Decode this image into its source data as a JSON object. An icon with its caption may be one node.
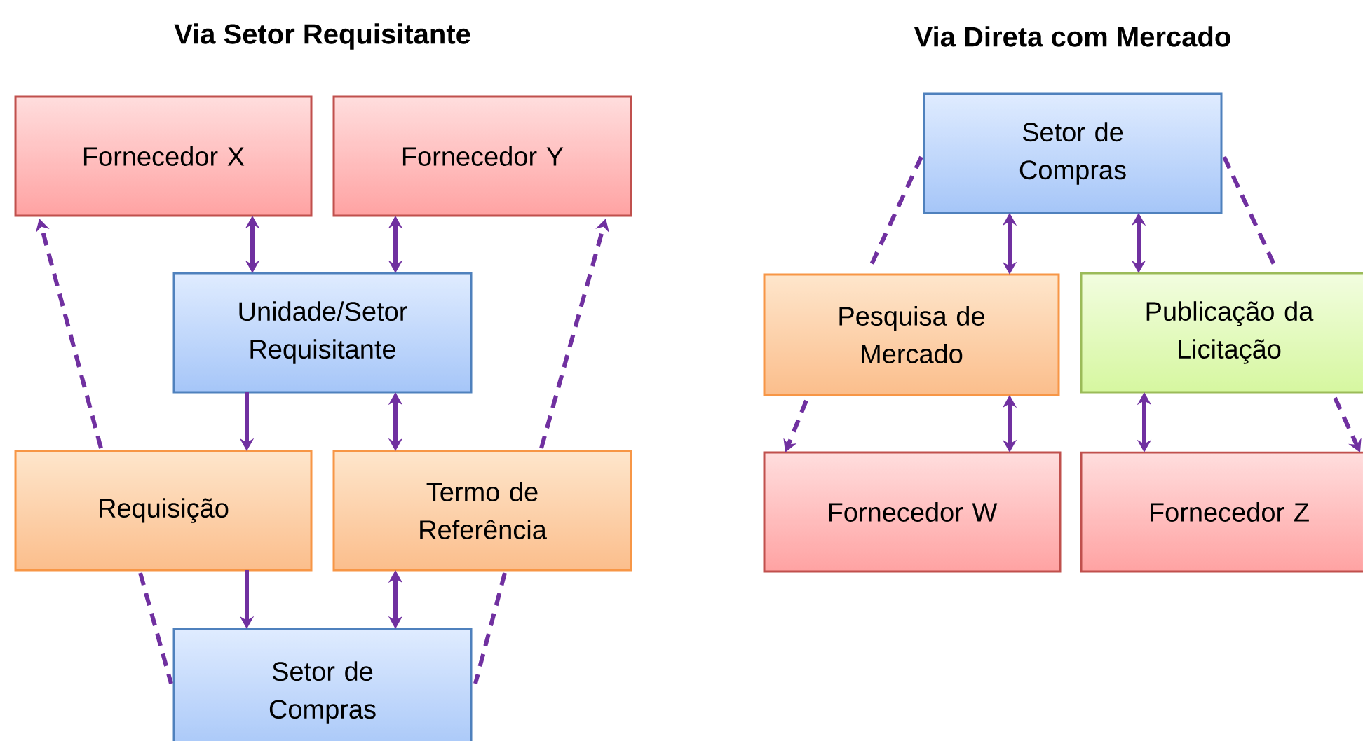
{
  "diagram": {
    "nodes": [
      {
        "text": [
          "Fornecedor X"
        ]
      },
      {
        "text": [
          "Fornecedor Y"
        ]
      },
      {
        "text": [
          "Unidade/Setor Requisitante"
        ]
      },
      {
        "text": [
          "Requisição"
        ]
      },
      {
        "text": [
          "Termo de Referência"
        ]
      },
      {
        "text": [
          "Setor de Compras"
        ]
      },
      {
        "text": [
          "Setor de Compras"
        ]
      },
      {
        "text": [
          "Pesquisa de Mercado"
        ]
      },
      {
        "text": [
          "Publicação da Licitação"
        ]
      },
      {
        "text": [
          "Fornecedor W"
        ]
      },
      {
        "text": [
          "Fornecedor Z"
        ]
      }
    ],
    "edges": [
      {
        "from": 2,
        "to": 0,
        "arrow": "both"
      },
      {
        "from": 2,
        "to": 1,
        "arrow": "both"
      },
      {
        "from": 3,
        "to": 0,
        "arrow": "to",
        "style": "dashed"
      },
      {
        "from": 4,
        "to": 1,
        "arrow": "to",
        "style": "dashed"
      },
      {
        "from": 2,
        "to": 3,
        "arrow": "to"
      },
      {
        "from": 2,
        "to": 4,
        "arrow": "both"
      },
      {
        "from": 3,
        "to": 5,
        "arrow": "to"
      },
      {
        "from": 4,
        "to": 5,
        "arrow": "both"
      },
      {
        "from": 3,
        "to": 5,
        "arrow": "none",
        "style": "dashed"
      },
      {
        "from": 4,
        "to": 5,
        "arrow": "none",
        "style": "dashed"
      },
      {
        "from": 6,
        "to": 7,
        "arrow": "none",
        "style": "dashed"
      },
      {
        "from": 6,
        "to": 7,
        "arrow": "both"
      },
      {
        "from": 6,
        "to": 8,
        "arrow": "both"
      },
      {
        "from": 6,
        "to": 8,
        "arrow": "none",
        "style": "dashed"
      },
      {
        "from": 7,
        "to": 9,
        "arrow": "to",
        "style": "dashed"
      },
      {
        "from": 7,
        "to": 9,
        "arrow": "both"
      },
      {
        "from": 8,
        "to": 10,
        "arrow": "both"
      },
      {
        "from": 8,
        "to": 10,
        "arrow": "to",
        "style": "dashed"
      }
    ],
    "labels": [
      "Via Setor Requisitante",
      "Via Direta com Mercado"
    ]
  }
}
